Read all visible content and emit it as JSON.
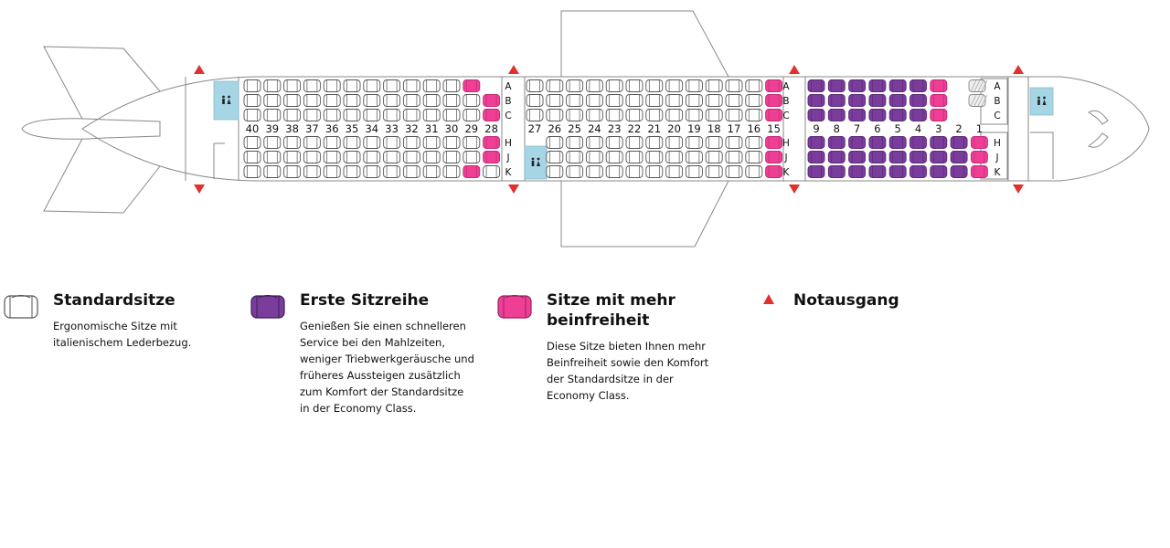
{
  "colors": {
    "standard_stroke": "#555555",
    "first_row_fill": "#7a3d9c",
    "first_row_dark": "#5b2a7a",
    "legroom_fill": "#ee3f95",
    "legroom_dark": "#c42a78",
    "exit": "#e0312e",
    "lavatory": "#a6d6e6",
    "outline": "#777777"
  },
  "seatmap": {
    "row_numbers": [
      "40",
      "39",
      "38",
      "37",
      "36",
      "35",
      "34",
      "33",
      "32",
      "31",
      "30",
      "29",
      "28",
      "27",
      "26",
      "25",
      "24",
      "23",
      "22",
      "21",
      "20",
      "19",
      "18",
      "17",
      "16",
      "15",
      "9",
      "8",
      "7",
      "6",
      "5",
      "4",
      "3",
      "2",
      "1"
    ],
    "upper_letters": [
      "A",
      "B",
      "C"
    ],
    "lower_letters": [
      "H",
      "J",
      "K"
    ],
    "lavatory_icon": "restroom-icon",
    "exit_icon": "emergency-exit-triangle-icon"
  },
  "legend": [
    {
      "key": "standard",
      "title": "Standardsitze",
      "desc": [
        "Ergonomische Sitze mit",
        "italienischem Lederbezug."
      ]
    },
    {
      "key": "first",
      "title": "Erste Sitzreihe",
      "desc": [
        "Genießen Sie einen schnelleren",
        "Service bei den Mahlzeiten,",
        "weniger Triebwerkgeräusche und",
        "früheres Aussteigen zusätzlich",
        "zum Komfort der Standardsitze",
        "in der Economy Class."
      ]
    },
    {
      "key": "legroom",
      "title": "Sitze mit mehr beinfreiheit",
      "desc": [
        "Diese Sitze bieten Ihnen mehr",
        "Beinfreiheit sowie den Komfort",
        "der Standardsitze in der",
        "Economy Class."
      ]
    },
    {
      "key": "exit",
      "title": "Notausgang",
      "desc": []
    }
  ]
}
